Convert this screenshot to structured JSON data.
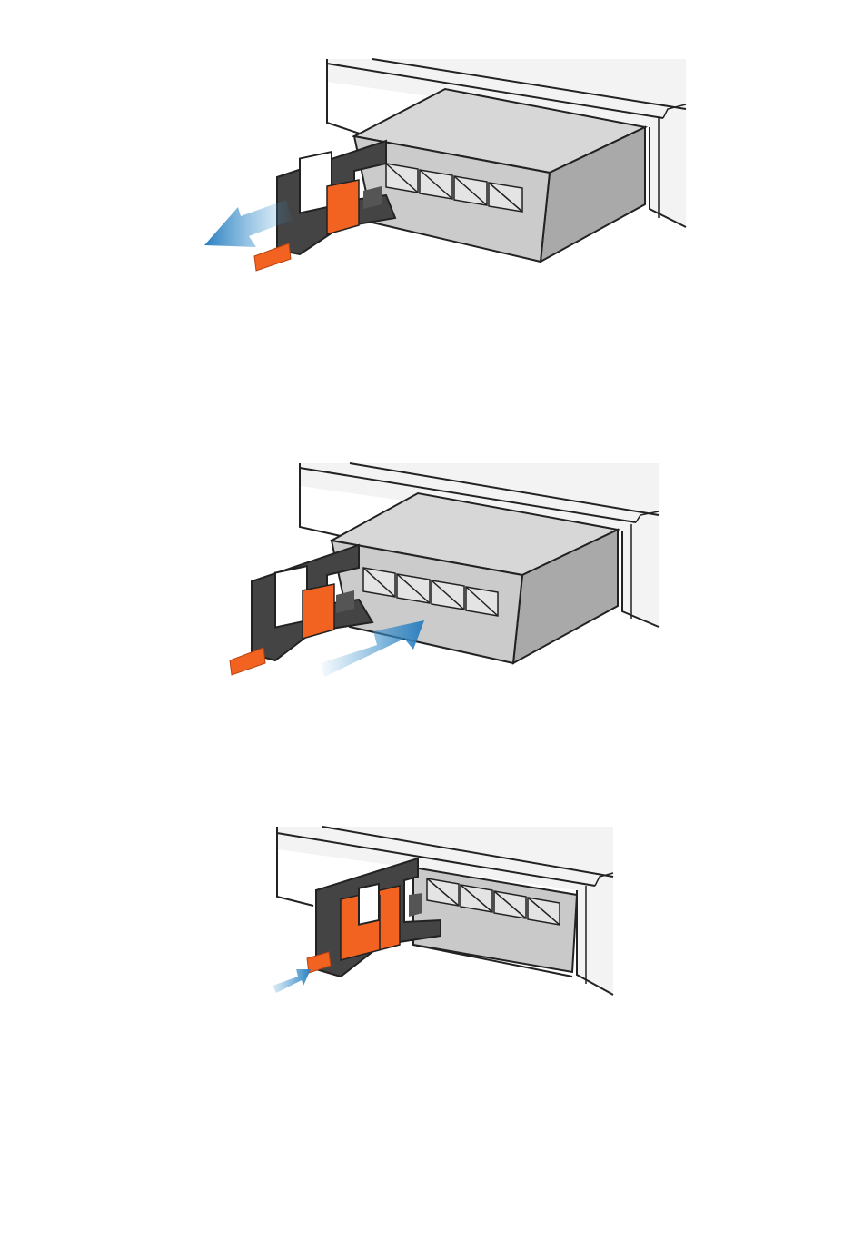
{
  "colors": {
    "background": "#ffffff",
    "chassis_fill": "#f2f2f2",
    "module_top": "#d9d9d9",
    "module_side": "#ababab",
    "module_front": "#c9c9c9",
    "handle_dark": "#4a4a4a",
    "latch_orange": "#f26322",
    "arrow_blue": "#4a9fd4",
    "outline": "#222222"
  },
  "steps": [
    {
      "action": "pull-out",
      "arrow": "left"
    },
    {
      "action": "push-in",
      "arrow": "right"
    },
    {
      "action": "press-latch",
      "arrow": "right-small"
    }
  ]
}
